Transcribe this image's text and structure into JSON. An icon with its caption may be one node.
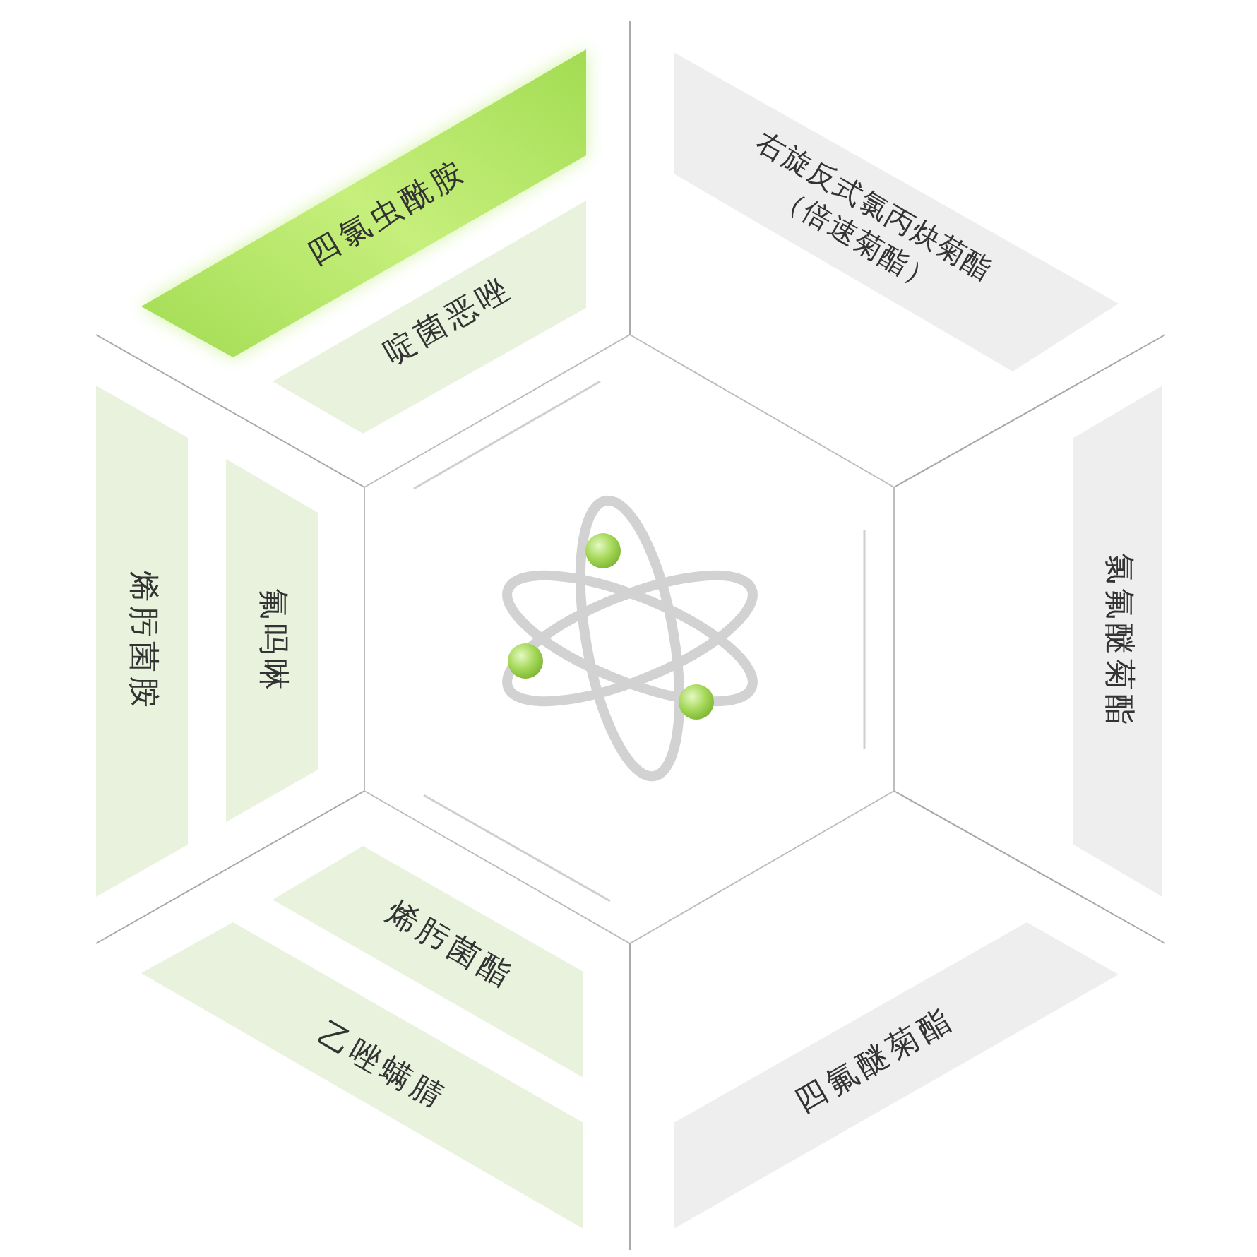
{
  "diagram": {
    "nodes": [
      {
        "text": [
          "四氯虫酰胺"
        ]
      },
      {
        "text": [
          "右旋反式氯丙炔菊酯（倍速菊酯）"
        ]
      },
      {
        "text": [
          "啶菌恶唑"
        ]
      },
      {
        "text": [
          "烯肟菌胺"
        ]
      },
      {
        "text": [
          "氟吗啉"
        ]
      },
      {
        "text": [
          "氯氟醚菊酯"
        ]
      },
      {
        "text": [
          "烯肟菌酯"
        ]
      },
      {
        "text": [
          "乙唑螨腈"
        ]
      },
      {
        "text": [
          "四氟醚菊酯"
        ]
      }
    ]
  }
}
